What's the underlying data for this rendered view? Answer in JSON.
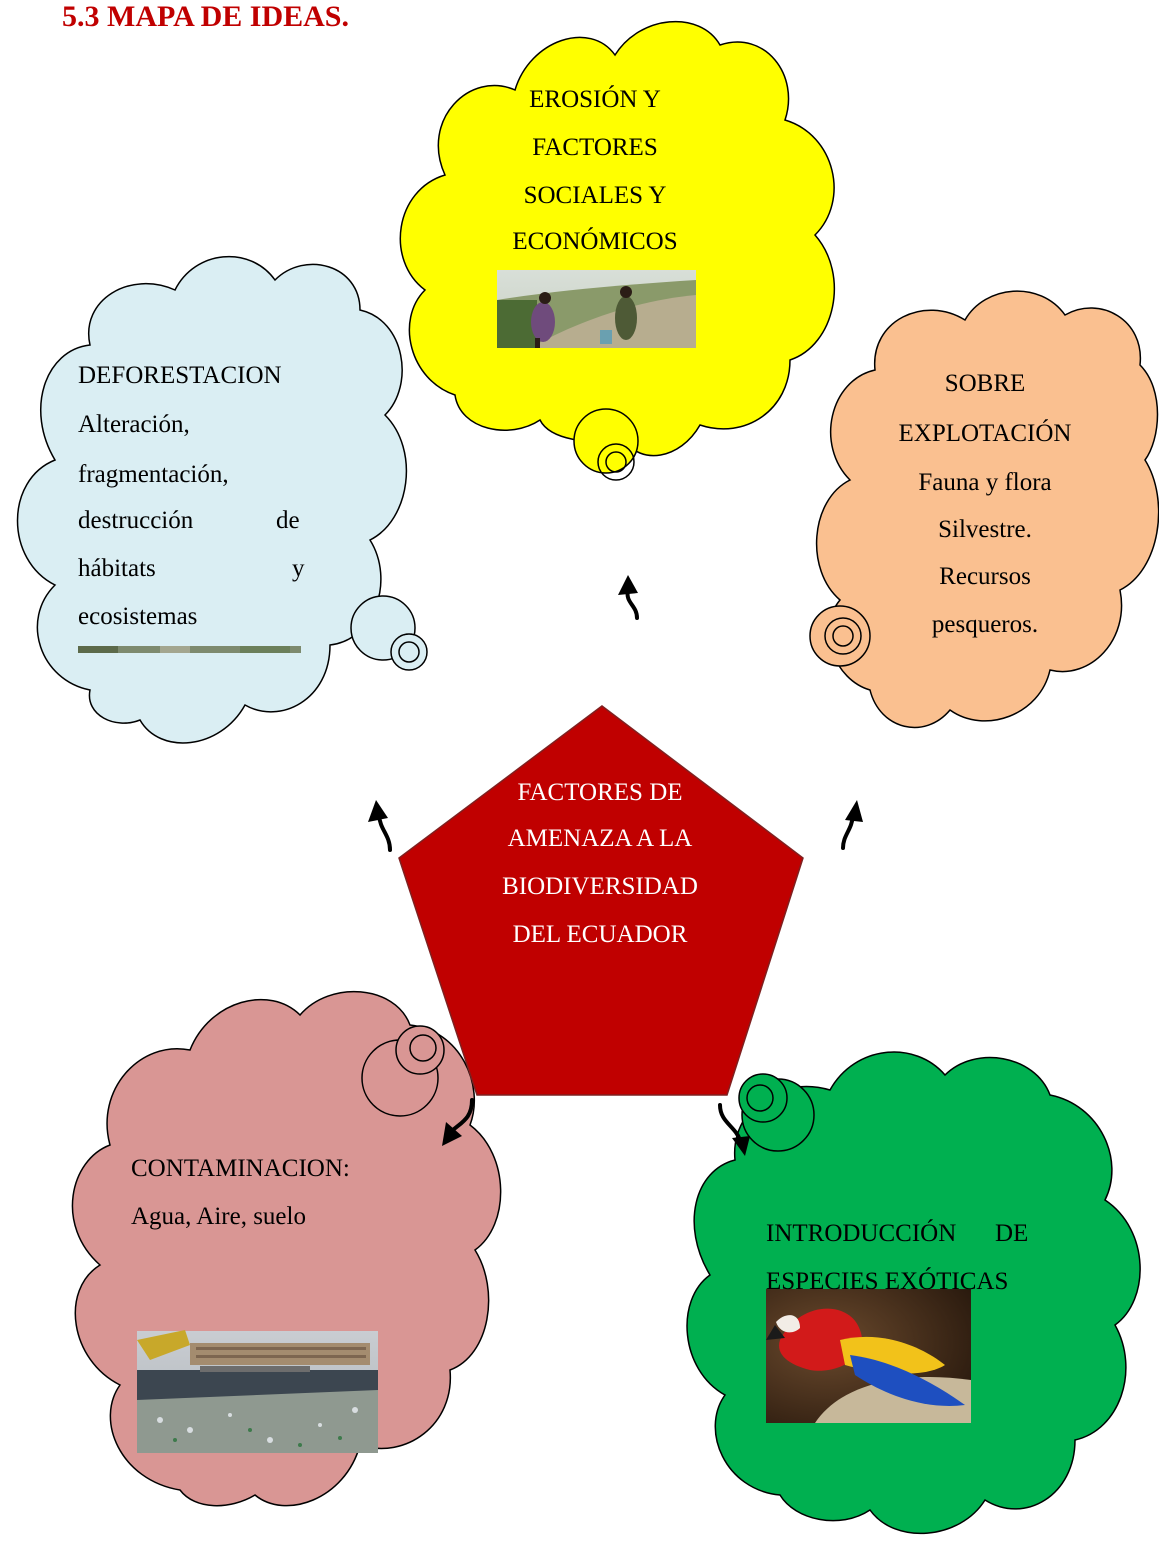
{
  "section_title": "5.3   MAPA DE IDEAS.",
  "center": {
    "lines": [
      "FACTORES DE",
      "AMENAZA A LA",
      "BIODIVERSIDAD",
      "DEL ECUADOR"
    ],
    "fill": "#c00000"
  },
  "nodes": {
    "erosion": {
      "lines": [
        "EROSIÓN  Y",
        "FACTORES",
        "SOCIALES Y",
        "ECONÓMICOS"
      ],
      "fill": "#ffff00",
      "photo": "two people walking on a dirt road"
    },
    "deforestacion": {
      "title": "DEFORESTACION",
      "lines": [
        "Alteración,",
        "fragmentación,"
      ],
      "justified": [
        [
          "destrucción",
          "de"
        ],
        [
          "hábitats",
          "y"
        ]
      ],
      "last": "ecosistemas",
      "fill": "#daeef3"
    },
    "sobreexplotacion": {
      "lines": [
        "SOBRE",
        "EXPLOTACIÓN",
        "Fauna y flora",
        "Silvestre.",
        "Recursos",
        "pesqueros."
      ],
      "fill": "#fac090"
    },
    "contaminacion": {
      "title": "CONTAMINACION:",
      "subtitle": "Agua, Aire, suelo",
      "fill": "#d99694",
      "photo": "polluted river with garbage"
    },
    "introduccion": {
      "justified": [
        "INTRODUCCIÓN",
        "DE"
      ],
      "line2": "ESPECIES EXÓTICAS",
      "fill": "#00b050",
      "photo": "scarlet macaw"
    }
  }
}
